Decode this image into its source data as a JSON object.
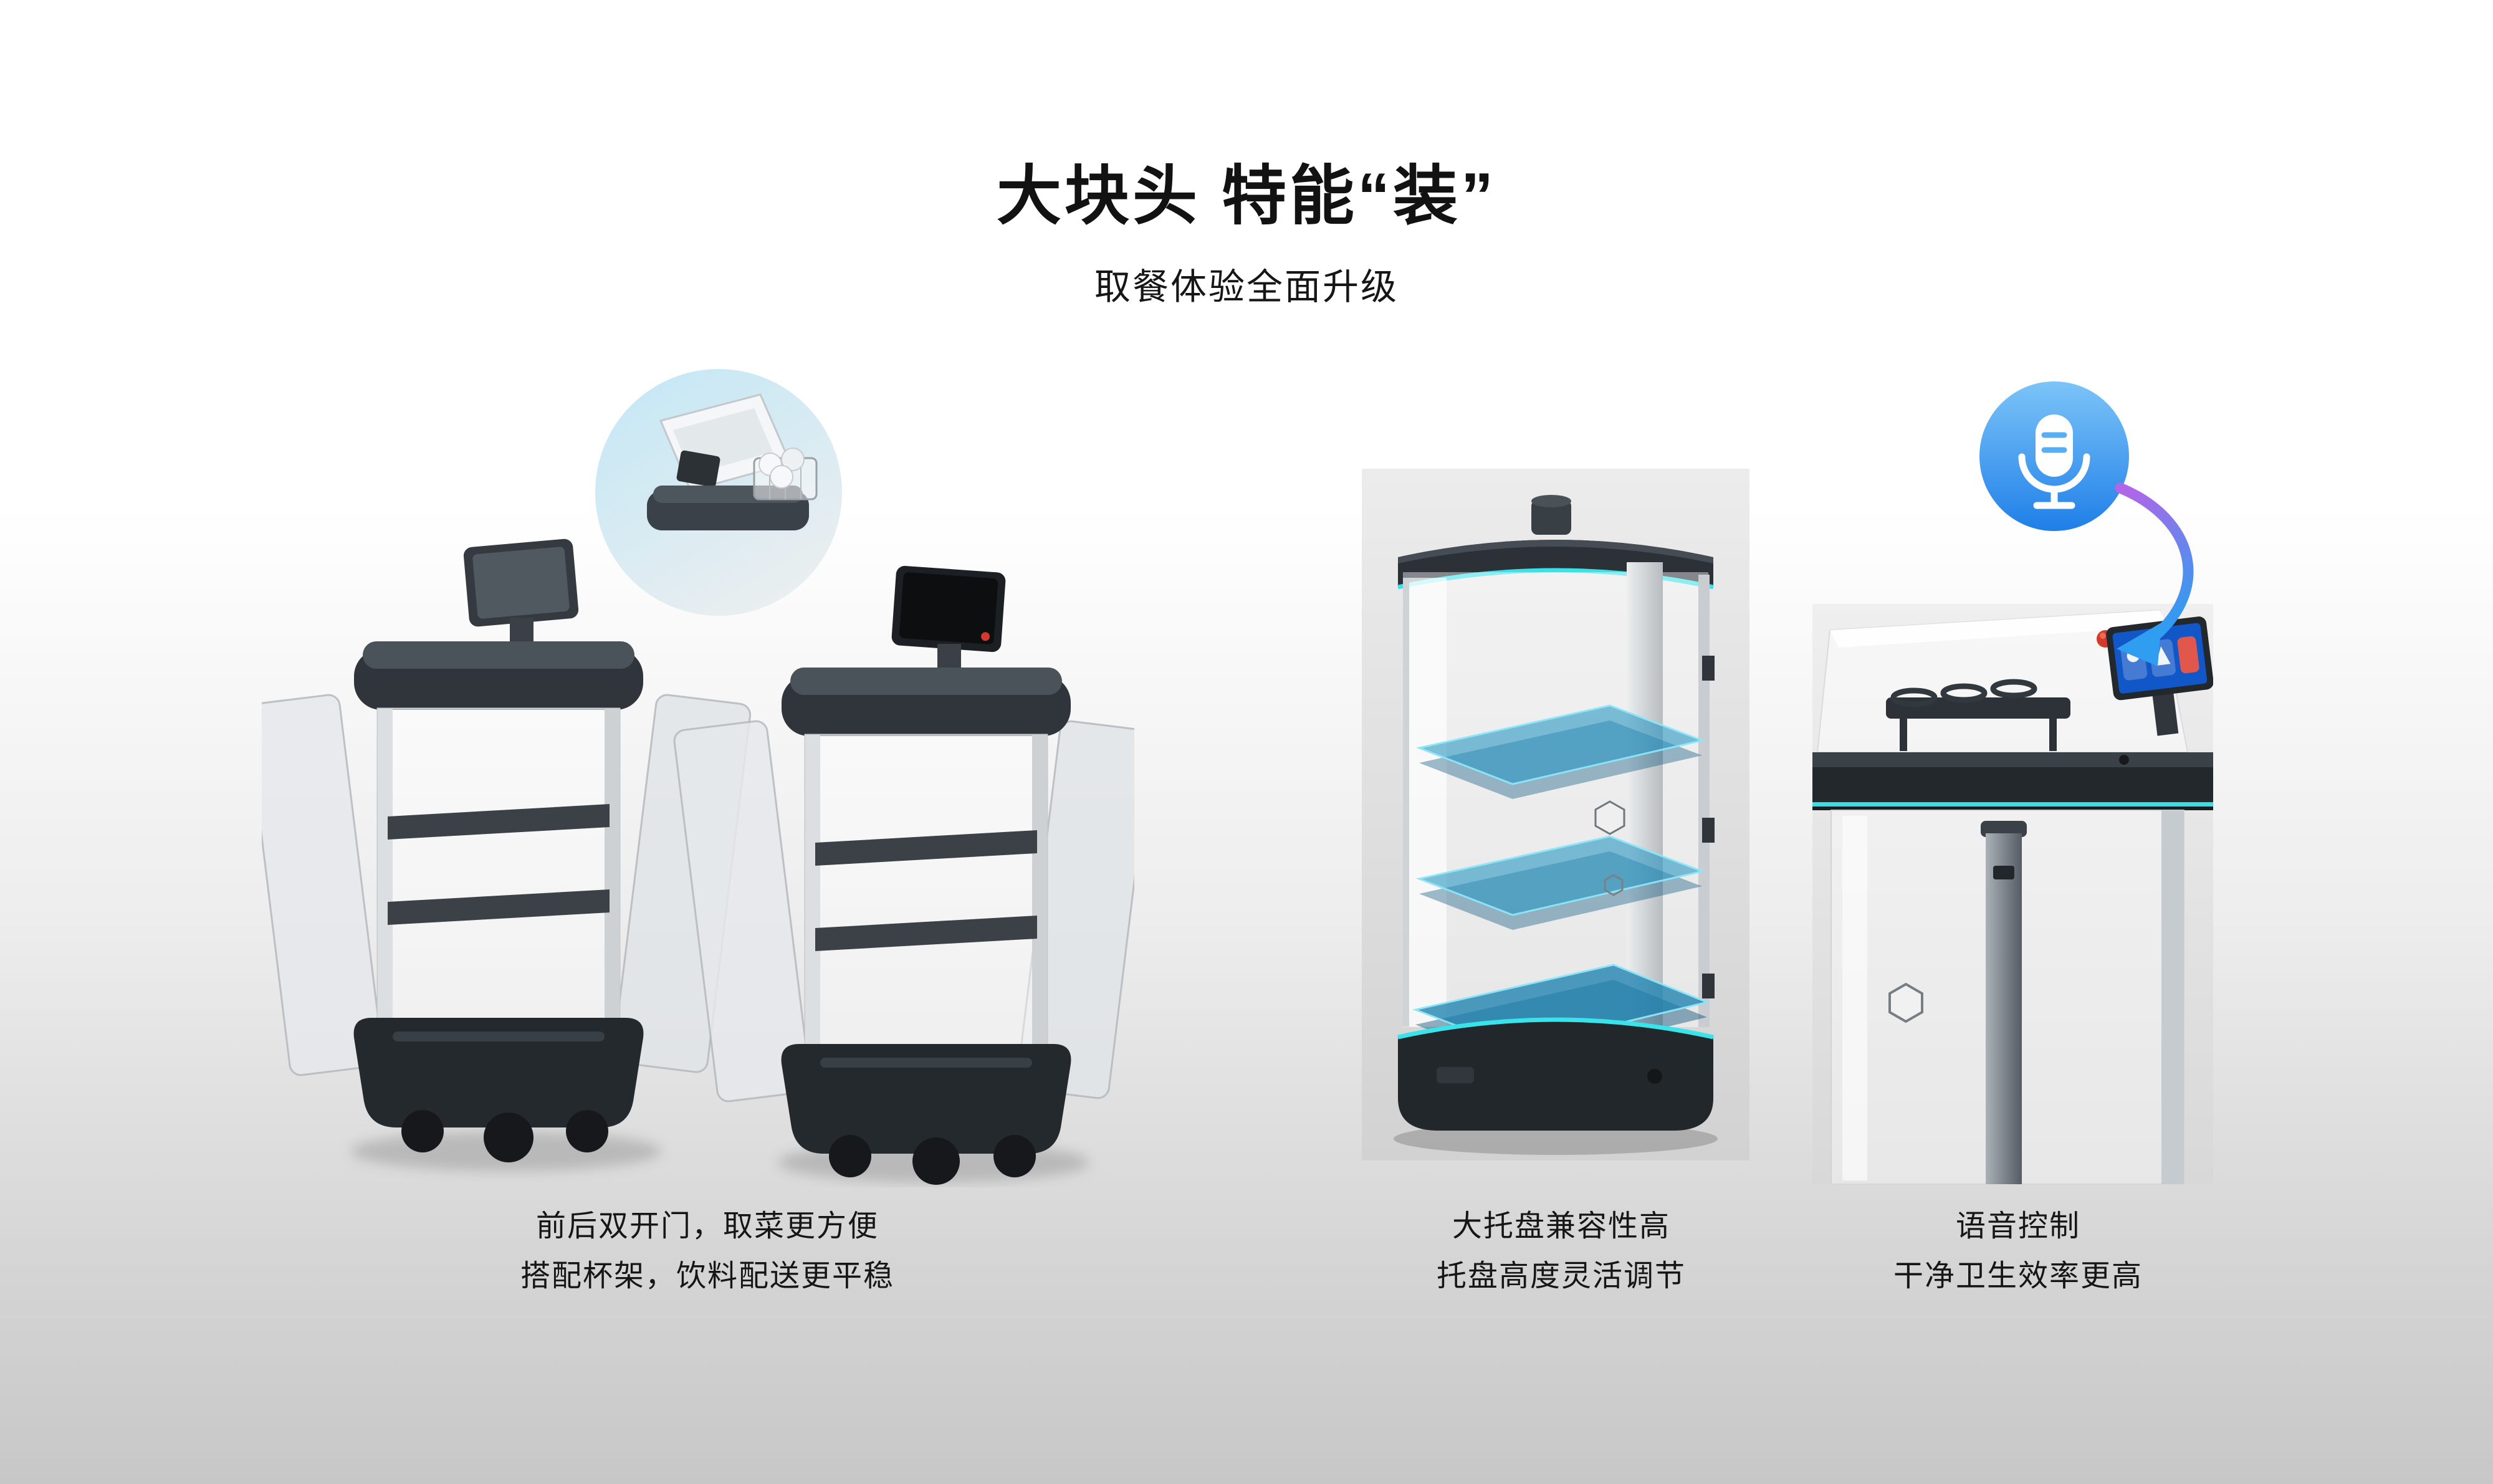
{
  "page": {
    "title": "大块头 特能“装”",
    "subtitle": "取餐体验全面升级"
  },
  "features": [
    {
      "id": "double-doors",
      "illustration": "two-delivery-robots-with-front-and-back-doors-open",
      "inset": "cup-holder-top-detail",
      "caption": [
        "前后双开门，取菜更方便",
        "搭配杯架，饮料配送更平稳"
      ]
    },
    {
      "id": "large-trays",
      "illustration": "robot-cabin-with-three-height-adjustable-trays-highlighted",
      "accent_color": "#36e0e5",
      "caption": [
        "大托盘兼容性高",
        "托盘高度灵活调节"
      ]
    },
    {
      "id": "voice-control",
      "illustration": "robot-top-with-touchscreen-cup-rack-and-microphone",
      "icon": "microphone-icon",
      "icon_color_top": "#7cc4f8",
      "icon_color_bottom": "#1f7fe8",
      "arrow_color_start": "#b066e8",
      "arrow_color_end": "#2f9df0",
      "caption": [
        "语音控制",
        "干净卫生效率更高"
      ]
    }
  ]
}
